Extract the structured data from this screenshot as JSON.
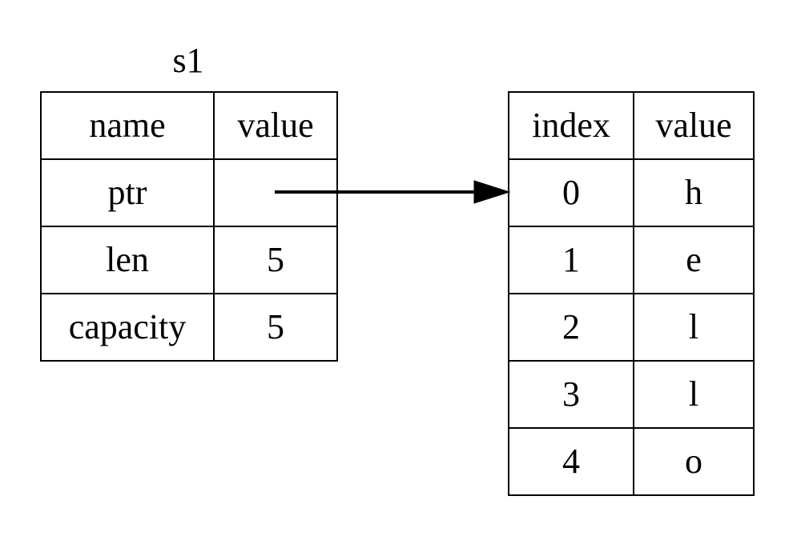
{
  "diagram": {
    "title": "s1",
    "background_color": "#ffffff",
    "line_color": "#000000",
    "text_color": "#000000"
  },
  "struct_node": {
    "caption": "s1",
    "headers": [
      "name",
      "value"
    ],
    "rows": [
      {
        "name": "ptr",
        "value": ""
      },
      {
        "name": "len",
        "value": "5"
      },
      {
        "name": "capacity",
        "value": "5"
      }
    ]
  },
  "buffer_node": {
    "headers": [
      "index",
      "value"
    ],
    "rows": [
      {
        "index": "0",
        "value": "h"
      },
      {
        "index": "1",
        "value": "e"
      },
      {
        "index": "2",
        "value": "l"
      },
      {
        "index": "3",
        "value": "l"
      },
      {
        "index": "4",
        "value": "o"
      }
    ]
  },
  "edge": {
    "name": "ptr-to-buffer-arrow",
    "from": "struct-node.ptr.value",
    "to": "buffer-node.row-0",
    "arrowhead": "filled-triangle"
  }
}
